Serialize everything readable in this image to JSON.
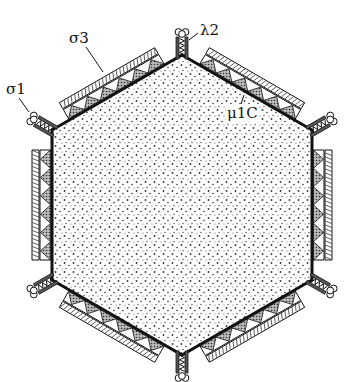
{
  "diagram": {
    "labels": [
      "σ3",
      "λ2",
      "σ1",
      "μ1C"
    ]
  }
}
